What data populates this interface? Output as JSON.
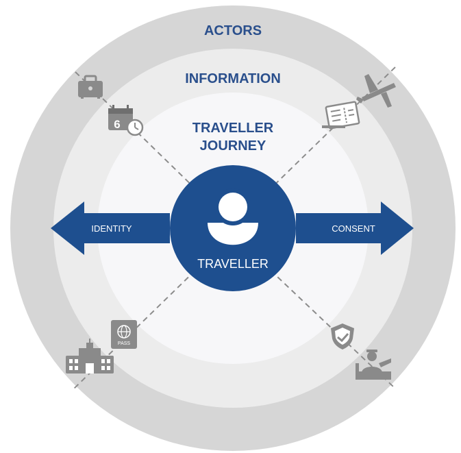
{
  "labels": {
    "actors": "ACTORS",
    "information": "INFORMATION",
    "journey_line1": "TRAVELLER",
    "journey_line2": "JOURNEY",
    "identity": "IDENTITY",
    "consent": "CONSENT",
    "traveller": "TRAVELLER",
    "passport": "PASS"
  },
  "icons": {
    "top_left_outer": "suitcase-icon",
    "top_left_inner": "calendar-clock-icon",
    "top_right_outer": "airplane-icon",
    "top_right_inner": "boarding-pass-icon",
    "bottom_left_inner": "passport-icon",
    "bottom_left_outer": "government-building-icon",
    "bottom_right_inner": "security-shield-icon",
    "bottom_right_outer": "border-officer-icon"
  },
  "colors": {
    "outer_ring": "#d6d6d6",
    "middle_ring": "#ececec",
    "inner_disc": "#f7f7f9",
    "accent_blue": "#1e4f8f",
    "ring_text": "#2a4f8c",
    "icon_gray": "#8a8a8a"
  }
}
